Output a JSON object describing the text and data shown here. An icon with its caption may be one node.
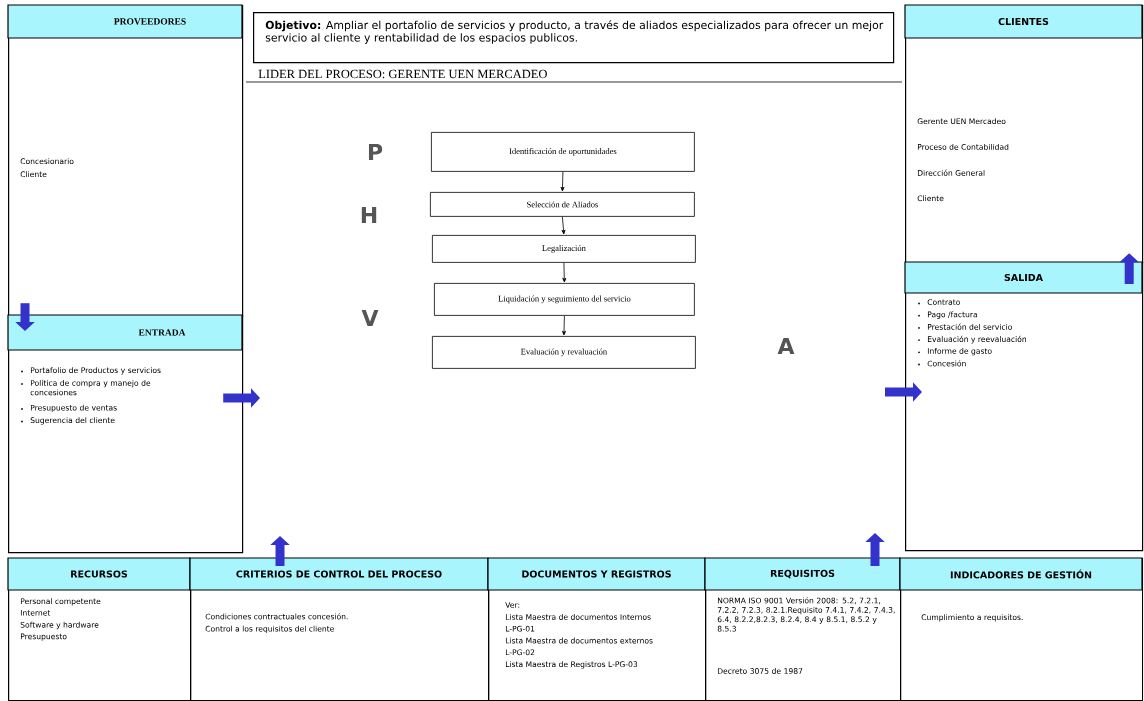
{
  "diagram": {
    "nodes": [
      {
        "text": [
          "PROVEEDORES",
          "Concesionario",
          "Cliente"
        ]
      },
      {
        "text": [
          "ENTRADA",
          "Portafolio de Productos y servicios",
          "Política de compra y manejo de concesiones",
          "Presupuesto de ventas",
          "Sugerencia del cliente"
        ]
      },
      {
        "text": [
          "**Objetivo:** Ampliar el portafolio de servicios y producto, a través de aliados especializados para ofrecer un mejor servicio al cliente y rentabilidad de los espacios publicos."
        ]
      },
      {
        "text": [
          "Identificación de oportunidades"
        ]
      },
      {
        "text": [
          "Selección de Aliados"
        ]
      },
      {
        "text": [
          "Legalización"
        ]
      },
      {
        "text": [
          "Liquidación y seguimiento del servicio"
        ]
      },
      {
        "text": [
          "Evaluación y revaluación"
        ]
      },
      {
        "text": [
          "CLIENTES",
          "Gerente UEN Mercadeo",
          "Proceso de Contabilidad",
          "Dirección General",
          "Cliente"
        ]
      },
      {
        "text": [
          "SALIDA",
          "Contrato",
          "Pago /factura",
          "Prestación del servicio",
          "Evaluación y reevaluación",
          "Informe de gasto",
          "Concesión"
        ]
      },
      {
        "text": [
          "RECURSOS",
          "Personal competente",
          "Internet",
          "Software y hardware",
          "Presupuesto"
        ]
      },
      {
        "text": [
          "CRITERIOS DE CONTROL DEL PROCESO",
          "Condiciones contractuales concesión.",
          "Control a los requisitos del cliente"
        ]
      },
      {
        "text": [
          "DOCUMENTOS Y REGISTROS",
          "Ver:",
          "Lista Maestra de documentos Internos",
          "L-PG-01",
          "Lista Maestra de documentos externos",
          "L-PG-02",
          "Lista Maestra de Registros L-PG-03"
        ]
      },
      {
        "text": [
          "REQUISITOS",
          "NORMA ISO 9001 Versión 2008: 5.2, 7.2.1, 7.2.2, 7.2.3, 8.2.1.Requisito 7.4.1, 7.4.2, 7.4.3, 6.4, 8.2.2,8.2.3, 8.2.4, 8.4 y 8.5.1, 8.5.2 y 8.5.3",
          "Decreto 3075 de 1987"
        ]
      },
      {
        "text": [
          "INDICADORES DE GESTIÓN",
          "Cumplimiento a requisitos."
        ]
      }
    ],
    "edges": [
      {
        "from": 3,
        "to": 4,
        "arrow": "to",
        "color": "#000000"
      },
      {
        "from": 4,
        "to": 5,
        "arrow": "to",
        "color": "#000000"
      },
      {
        "from": 5,
        "to": 6,
        "arrow": "to",
        "color": "#000000"
      },
      {
        "from": 6,
        "to": 7,
        "arrow": "to",
        "color": "#000000"
      },
      {
        "from": 0,
        "to": 1,
        "arrow": "to",
        "color": "#3333cc"
      },
      {
        "from": 1,
        "to": null,
        "arrow": "to",
        "color": "#3333cc"
      },
      {
        "from": null,
        "to": 9,
        "arrow": "to",
        "color": "#3333cc"
      },
      {
        "from": 9,
        "to": 8,
        "arrow": "to",
        "color": "#3333cc"
      },
      {
        "from": 11,
        "to": null,
        "arrow": "to",
        "color": "#3333cc"
      },
      {
        "from": 13,
        "to": null,
        "arrow": "to",
        "color": "#3333cc"
      }
    ],
    "labels": [
      "LIDER DEL PROCESO: GERENTE UEN MERCADEO",
      "P",
      "H",
      "V",
      "A"
    ]
  }
}
